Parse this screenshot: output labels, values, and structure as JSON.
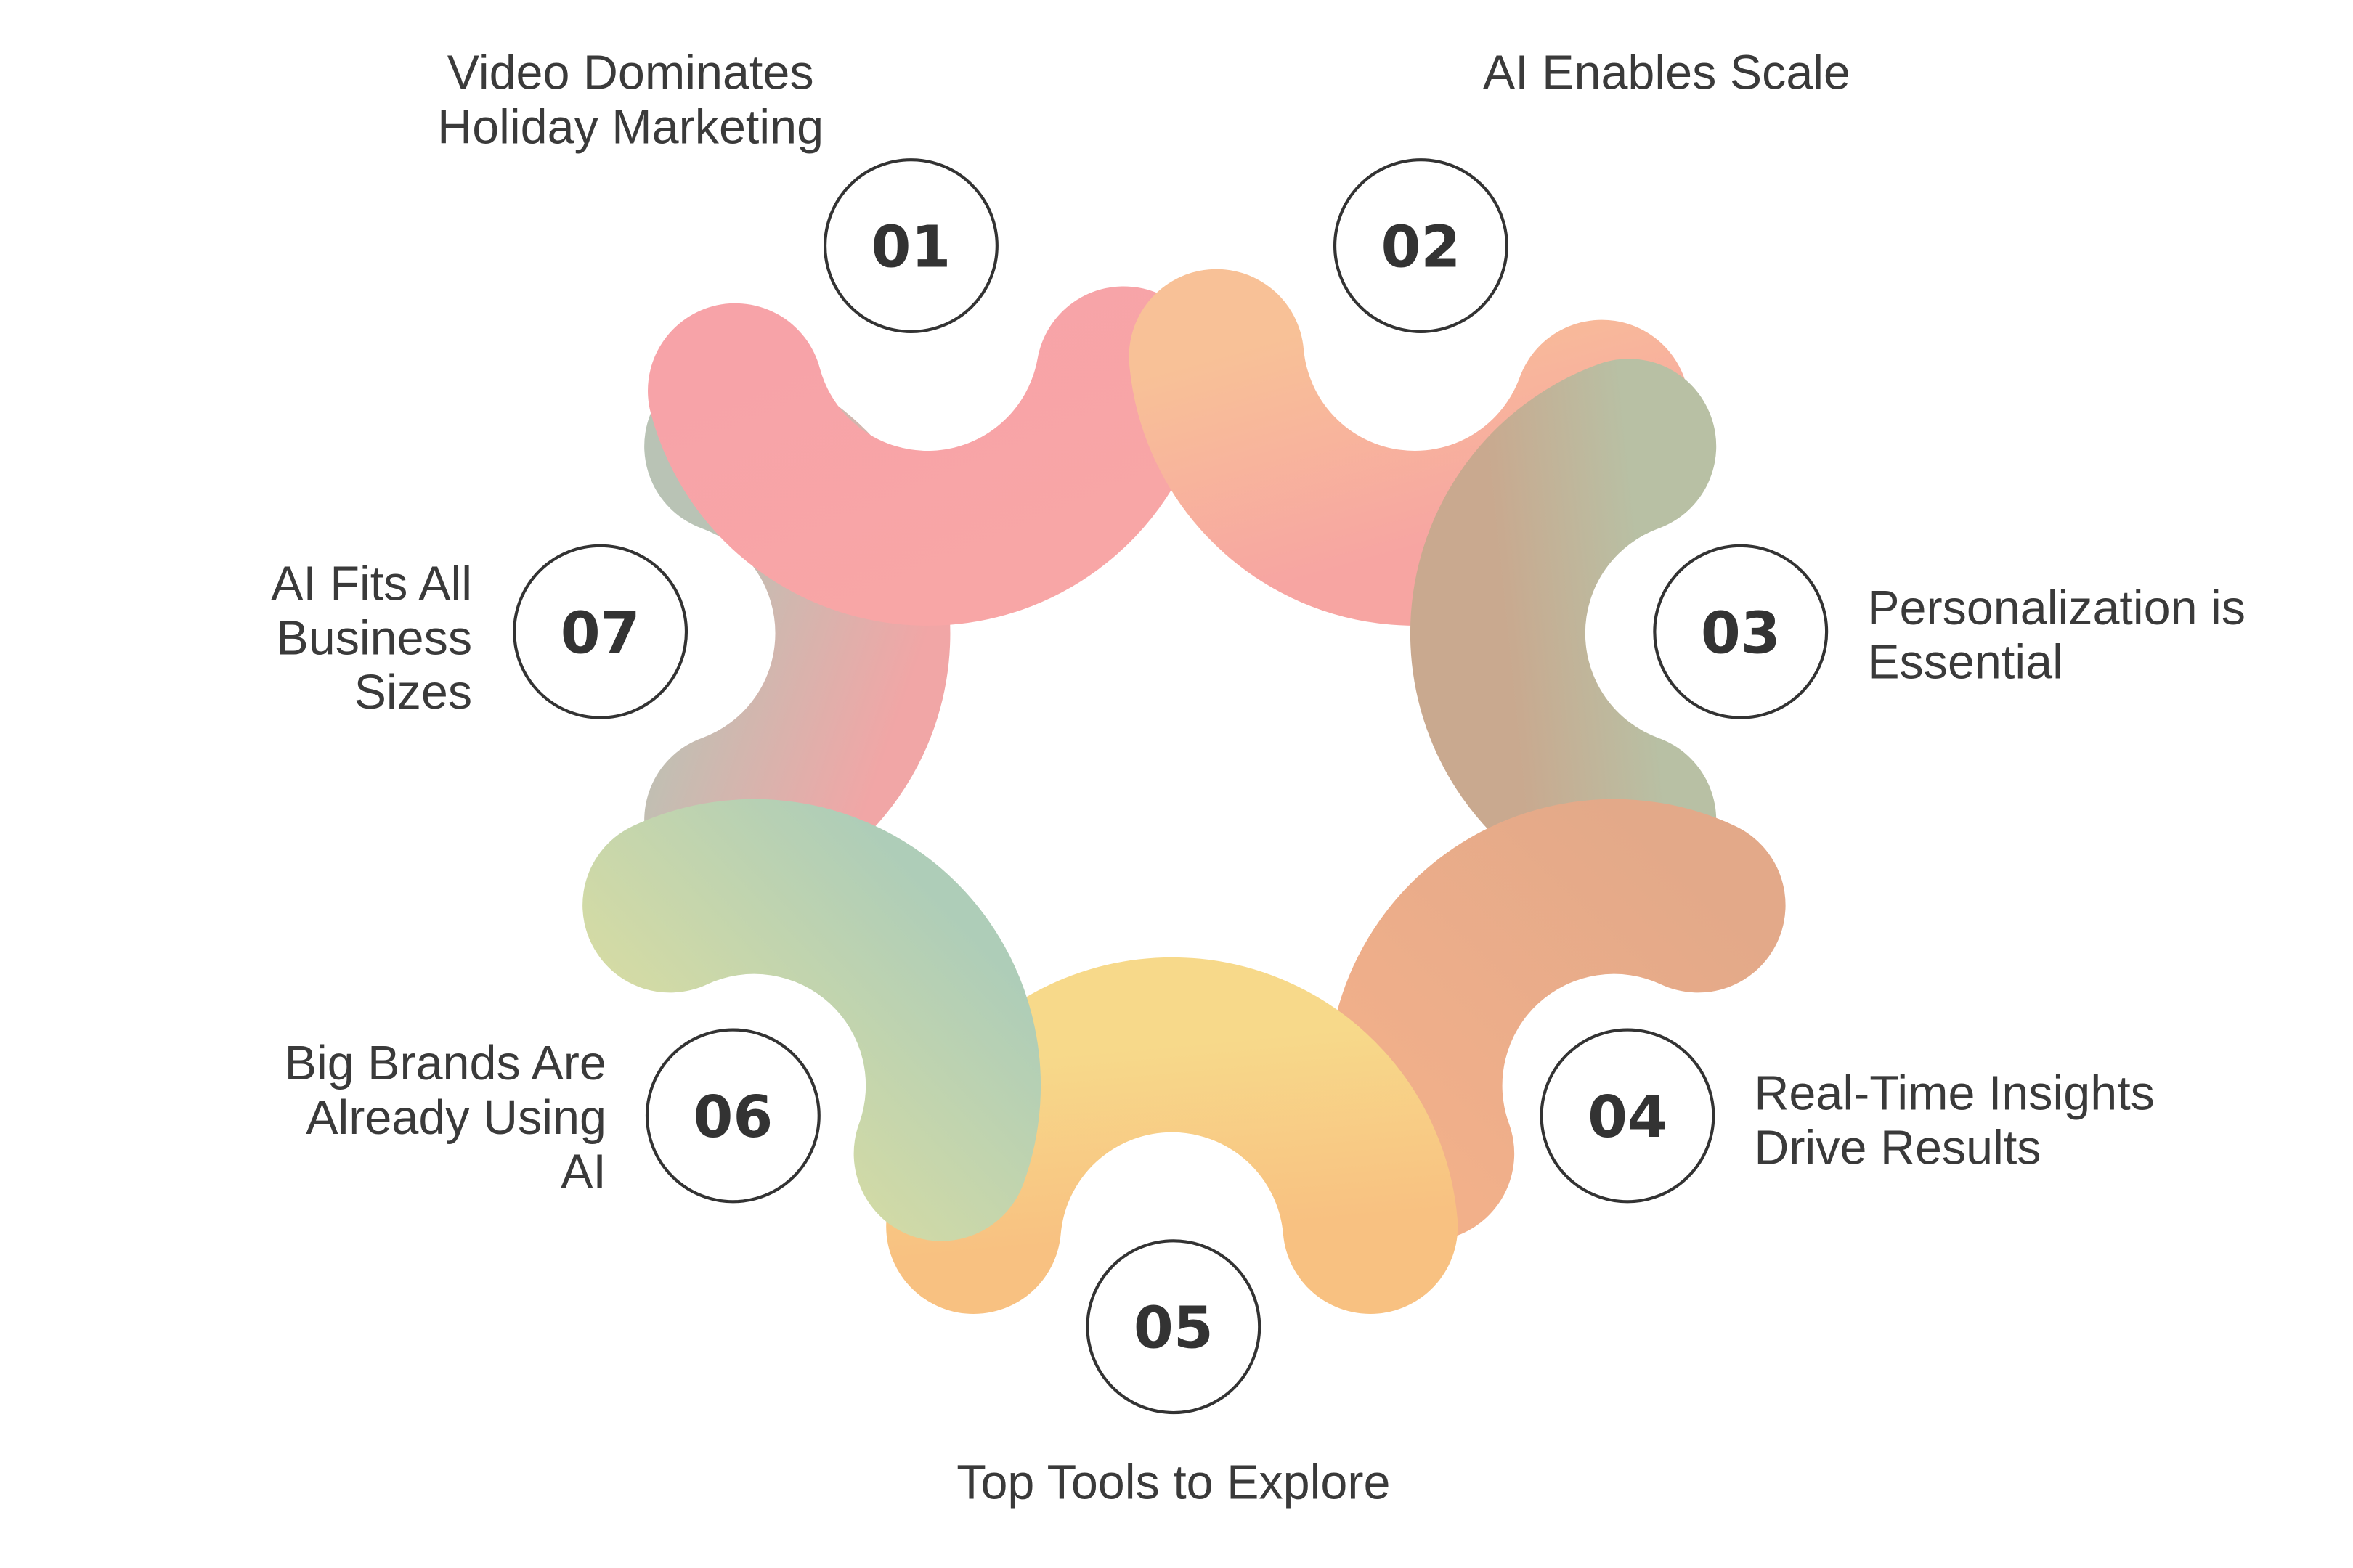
{
  "steps": [
    {
      "number": "01",
      "label": [
        "Video Dominates",
        "Holiday Marketing"
      ]
    },
    {
      "number": "02",
      "label": [
        "AI Enables Scale"
      ]
    },
    {
      "number": "03",
      "label": [
        "Personalization is",
        "Essential"
      ]
    },
    {
      "number": "04",
      "label": [
        "Real-Time Insights",
        "Drive Results"
      ]
    },
    {
      "number": "05",
      "label": [
        "Top Tools to Explore"
      ]
    },
    {
      "number": "06",
      "label": [
        "Big Brands Are",
        "Already Using",
        "AI"
      ]
    },
    {
      "number": "07",
      "label": [
        "AI Fits All",
        "Business",
        "Sizes"
      ]
    }
  ],
  "colors": {
    "text": "#3a3a3a",
    "number": "#333333",
    "circle_stroke": "#333333",
    "arc_01": [
      "#f7a3a8",
      "#f8a6a6"
    ],
    "arc_02": [
      "#f8c197",
      "#f7a5a2"
    ],
    "arc_03": [
      "#b8c0a4",
      "#c9a98f"
    ],
    "arc_04": [
      "#e3a989",
      "#f2b08a"
    ],
    "arc_05": [
      "#f7d98a",
      "#f8c181"
    ],
    "arc_06": [
      "#aecdb8",
      "#dfdf9f"
    ],
    "arc_07": [
      "#b9c3b5",
      "#f1a6a6"
    ]
  }
}
